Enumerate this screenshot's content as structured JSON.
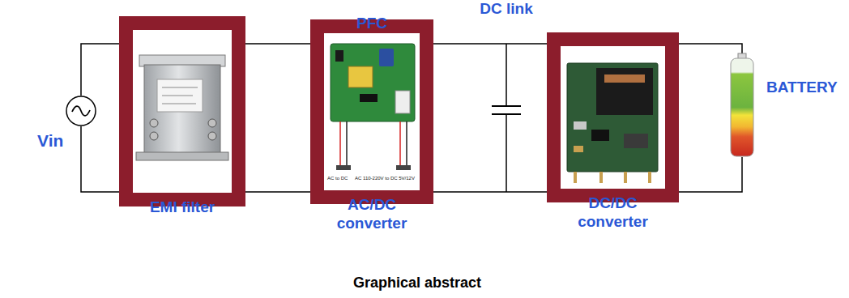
{
  "diagram": {
    "caption": "Graphical abstract",
    "nodes": [
      {
        "text": [
          "Vin"
        ]
      },
      {
        "text": [
          "EMI filter"
        ]
      },
      {
        "text": [
          "PFC",
          "AC/DC converter"
        ]
      },
      {
        "text": [
          "DC/DC converter"
        ]
      },
      {
        "text": [
          "BATTERY"
        ]
      }
    ],
    "edges": [
      {
        "from": 0,
        "to": 1,
        "arrow": "none"
      },
      {
        "from": 1,
        "to": 2,
        "arrow": "none"
      },
      {
        "from": 2,
        "to": 3,
        "arrow": "none"
      },
      {
        "from": 3,
        "to": 4,
        "arrow": "none"
      }
    ],
    "labels": [
      "DC link",
      "AC to DC",
      "AC 110-220V to DC 5V/12V"
    ]
  }
}
